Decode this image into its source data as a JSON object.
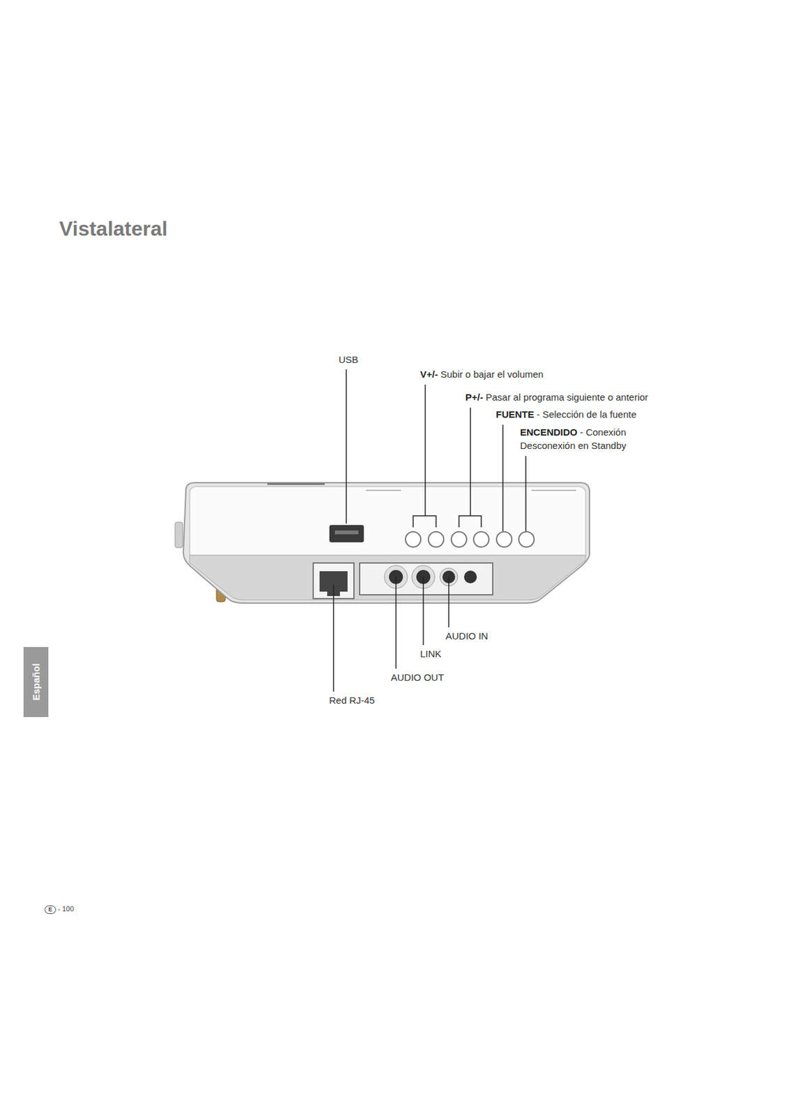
{
  "diagram": {
    "title": "Vistalateral",
    "labels": [
      "USB",
      "V+/-",
      "Subir o bajar el volumen",
      "P+/-",
      "Pasar al programa siguiente o anterior",
      "FUENTE",
      "- Selección de la fuente",
      "ENCENDIDO",
      "- Conexión Desconexión en Standby",
      "AUDIO IN",
      "LINK",
      "AUDIO OUT",
      "Red RJ-45",
      "Español",
      "E",
      "- 100"
    ]
  }
}
